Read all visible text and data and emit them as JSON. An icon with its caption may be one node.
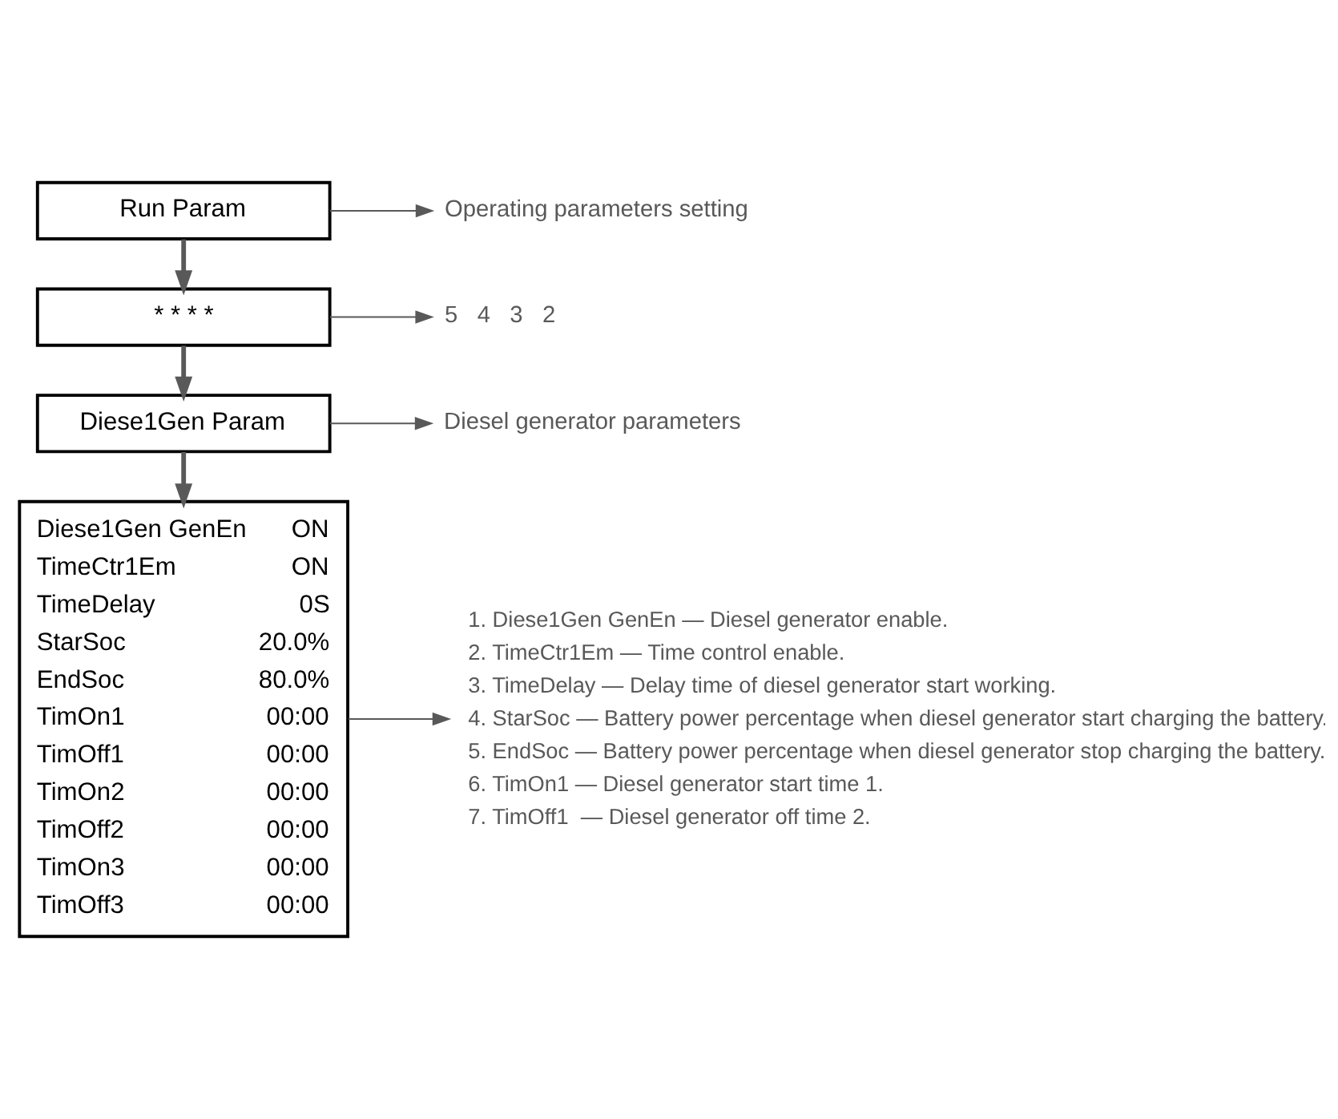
{
  "diagram": {
    "nodes": [
      {
        "text": [
          "Run Param"
        ]
      },
      {
        "text": [
          "* * * *"
        ]
      },
      {
        "text": [
          "Diese1Gen Param"
        ]
      },
      {
        "text": [
          "Diese1Gen GenEn",
          "ON",
          "TimeCtr1Em",
          "ON",
          "TimeDelay",
          "0S",
          "StarSoc",
          "20.0%",
          "EndSoc",
          "80.0%",
          "TimOn1",
          "00:00",
          "TimOff1",
          "00:00",
          "TimOn2",
          "00:00",
          "TimOff2",
          "00:00",
          "TimOn3",
          "00:00",
          "TimOff3",
          "00:00"
        ]
      },
      {
        "text": [
          "Operating parameters setting"
        ]
      },
      {
        "text": [
          "5   4   3   2"
        ]
      },
      {
        "text": [
          "Diesel generator parameters"
        ]
      },
      {
        "text": [
          "1. Diese1Gen GenEn — Diesel generator enable.",
          "2. TimeCtr1Em — Time control enable.",
          "3. TimeDelay — Delay time of diesel generator start working.",
          "4. StarSoc — Battery power percentage when diesel generator start charging the battery.",
          "5. EndSoc — Battery power percentage when diesel generator stop charging the battery.",
          "6. TimOn1 — Diesel generator start time 1.",
          "7. TimOff1  — Diesel generator off time 2."
        ]
      }
    ],
    "edges": [
      {
        "from": 0,
        "to": 1,
        "arrow": "to",
        "style": "thick"
      },
      {
        "from": 1,
        "to": 2,
        "arrow": "to",
        "style": "thick"
      },
      {
        "from": 2,
        "to": 3,
        "arrow": "to",
        "style": "thick"
      },
      {
        "from": 0,
        "to": 4,
        "arrow": "to"
      },
      {
        "from": 1,
        "to": 5,
        "arrow": "to"
      },
      {
        "from": 2,
        "to": 6,
        "arrow": "to"
      },
      {
        "from": 3,
        "to": 7,
        "arrow": "to"
      }
    ]
  }
}
